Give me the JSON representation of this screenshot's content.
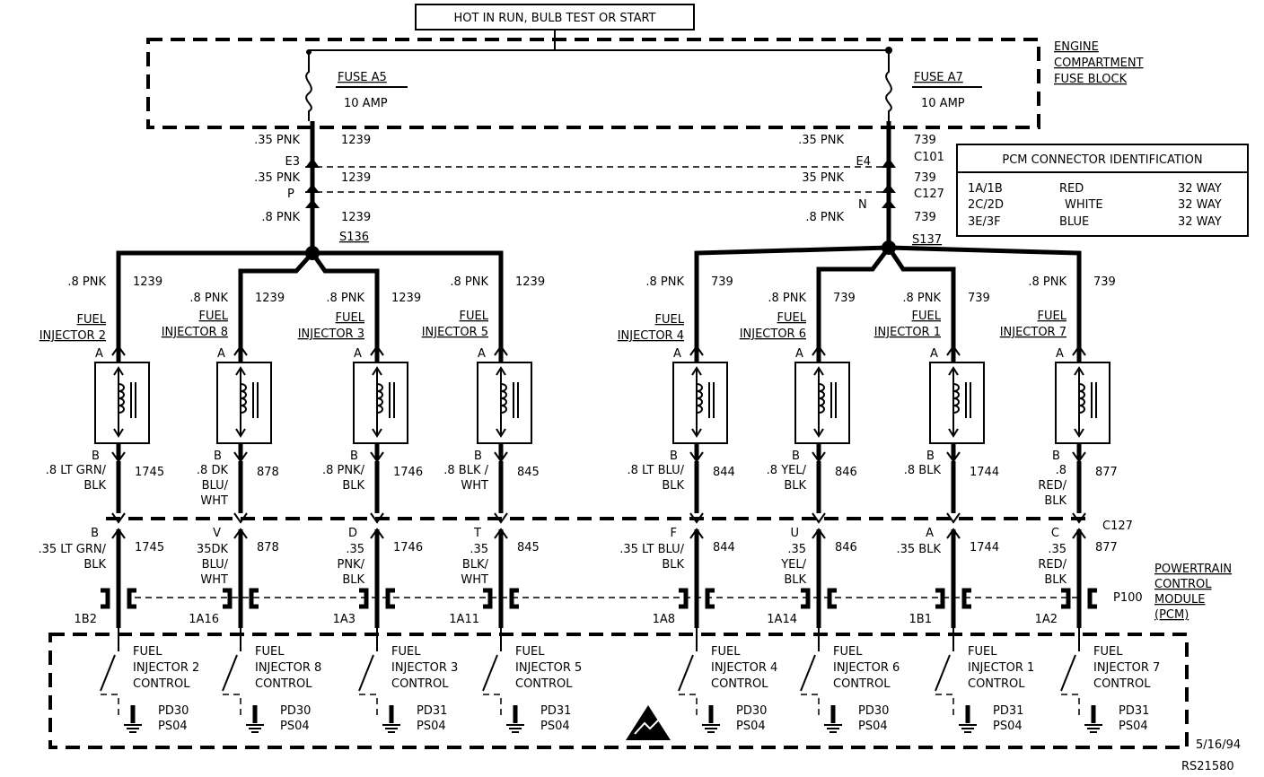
{
  "top_label": "HOT IN RUN, BULB TEST OR START",
  "fuse_block": [
    "ENGINE",
    "COMPARTMENT",
    "FUSE BLOCK"
  ],
  "fuse_left": {
    "name": "FUSE A5",
    "rating": "10 AMP"
  },
  "fuse_right": {
    "name": "FUSE A7",
    "rating": "10 AMP"
  },
  "feed_left": {
    "wire1": ".35 PNK",
    "circuit1": "1239",
    "conn1": "E3",
    "wire2": ".35 PNK",
    "circuit2": "1239",
    "conn2": "P",
    "wire3": ".8 PNK",
    "circuit3": "1239",
    "splice": "S136"
  },
  "feed_right": {
    "wire1": ".35 PNK",
    "circuit1": "739",
    "conn1": "E4",
    "conn1_id": "C101",
    "wire2": "35 PNK",
    "circuit2": "739",
    "conn2": "N",
    "conn2_id": "C127",
    "wire3": ".8 PNK",
    "circuit3": "739",
    "splice": "S137"
  },
  "pcm_table": {
    "title": "PCM CONNECTOR IDENTIFICATION",
    "rows": [
      [
        "1A/1B",
        "RED",
        "32 WAY"
      ],
      [
        "2C/2D",
        "WHITE",
        "32 WAY"
      ],
      [
        "3E/3F",
        "BLUE",
        "32 WAY"
      ]
    ]
  },
  "injectors": [
    {
      "supply_wire": ".8 PNK",
      "supply_circuit": "1239",
      "label": [
        "FUEL",
        "INJECTOR 2"
      ],
      "pin_a": "A",
      "pin_b": "B",
      "out_wire": [
        ".8 LT GRN/",
        "BLK"
      ],
      "out_circuit": "1745",
      "c127_pin": "B",
      "pcm_wire": [
        ".35 LT GRN/",
        "BLK"
      ],
      "pcm_circuit": "1745",
      "pcm_pin": "1B2",
      "control": [
        "FUEL",
        "INJECTOR 2",
        "CONTROL"
      ],
      "ps": [
        "PD30",
        "PS04"
      ]
    },
    {
      "supply_wire": ".8 PNK",
      "supply_circuit": "1239",
      "label": [
        "FUEL",
        "INJECTOR 8"
      ],
      "pin_a": "A",
      "pin_b": "B",
      "out_wire": [
        ".8 DK",
        "BLU/",
        "WHT"
      ],
      "out_circuit": "878",
      "c127_pin": "V",
      "pcm_wire": [
        "35DK",
        "BLU/",
        "WHT"
      ],
      "pcm_circuit": "878",
      "pcm_pin": "1A16",
      "control": [
        "FUEL",
        "INJECTOR 8",
        "CONTROL"
      ],
      "ps": [
        "PD30",
        "PS04"
      ]
    },
    {
      "supply_wire": ".8 PNK",
      "supply_circuit": "1239",
      "label": [
        "FUEL",
        "INJECTOR 3"
      ],
      "pin_a": "A",
      "pin_b": "B",
      "out_wire": [
        ".8 PNK/",
        "BLK"
      ],
      "out_circuit": "1746",
      "c127_pin": "D",
      "pcm_wire": [
        ".35",
        "PNK/",
        "BLK"
      ],
      "pcm_circuit": "1746",
      "pcm_pin": "1A3",
      "control": [
        "FUEL",
        "INJECTOR 3",
        "CONTROL"
      ],
      "ps": [
        "PD31",
        "PS04"
      ]
    },
    {
      "supply_wire": ".8 PNK",
      "supply_circuit": "1239",
      "label": [
        "FUEL",
        "INJECTOR 5"
      ],
      "pin_a": "A",
      "pin_b": "B",
      "out_wire": [
        ".8 BLK /",
        "WHT"
      ],
      "out_circuit": "845",
      "c127_pin": "T",
      "pcm_wire": [
        ".35",
        "BLK/",
        "WHT"
      ],
      "pcm_circuit": "845",
      "pcm_pin": "1A11",
      "control": [
        "FUEL",
        "INJECTOR 5",
        "CONTROL"
      ],
      "ps": [
        "PD31",
        "PS04"
      ]
    },
    {
      "supply_wire": ".8 PNK",
      "supply_circuit": "739",
      "label": [
        "FUEL",
        "INJECTOR 4"
      ],
      "pin_a": "A",
      "pin_b": "B",
      "out_wire": [
        ".8 LT BLU/",
        "BLK"
      ],
      "out_circuit": "844",
      "c127_pin": "F",
      "pcm_wire": [
        ".35 LT BLU/",
        "BLK"
      ],
      "pcm_circuit": "844",
      "pcm_pin": "1A8",
      "control": [
        "FUEL",
        "INJECTOR 4",
        "CONTROL"
      ],
      "ps": [
        "PD30",
        "PS04"
      ]
    },
    {
      "supply_wire": ".8 PNK",
      "supply_circuit": "739",
      "label": [
        "FUEL",
        "INJECTOR 6"
      ],
      "pin_a": "A",
      "pin_b": "B",
      "out_wire": [
        ".8 YEL/",
        "BLK"
      ],
      "out_circuit": "846",
      "c127_pin": "U",
      "pcm_wire": [
        ".35",
        "YEL/",
        "BLK"
      ],
      "pcm_circuit": "846",
      "pcm_pin": "1A14",
      "control": [
        "FUEL",
        "INJECTOR 6",
        "CONTROL"
      ],
      "ps": [
        "PD30",
        "PS04"
      ]
    },
    {
      "supply_wire": ".8 PNK",
      "supply_circuit": "739",
      "label": [
        "FUEL",
        "INJECTOR 1"
      ],
      "pin_a": "A",
      "pin_b": "B",
      "out_wire": [
        ".8 BLK"
      ],
      "out_circuit": "1744",
      "c127_pin": "A",
      "pcm_wire": [
        ".35 BLK"
      ],
      "pcm_circuit": "1744",
      "pcm_pin": "1B1",
      "control": [
        "FUEL",
        "INJECTOR 1",
        "CONTROL"
      ],
      "ps": [
        "PD31",
        "PS04"
      ]
    },
    {
      "supply_wire": ".8 PNK",
      "supply_circuit": "739",
      "label": [
        "FUEL",
        "INJECTOR 7"
      ],
      "pin_a": "A",
      "pin_b": "B",
      "out_wire": [
        ".8",
        "RED/",
        "BLK"
      ],
      "out_circuit": "877",
      "c127_pin": "C",
      "pcm_wire": [
        ".35",
        "RED/",
        "BLK"
      ],
      "pcm_circuit": "877",
      "pcm_pin": "1A2",
      "control": [
        "FUEL",
        "INJECTOR 7",
        "CONTROL"
      ],
      "ps": [
        "PD31",
        "PS04"
      ]
    }
  ],
  "c127_label": "C127",
  "p100_label": "P100",
  "pcm_label": [
    "POWERTRAIN",
    "CONTROL",
    "MODULE",
    "(PCM)"
  ],
  "date": "5/16/94",
  "ref": "RS21580"
}
